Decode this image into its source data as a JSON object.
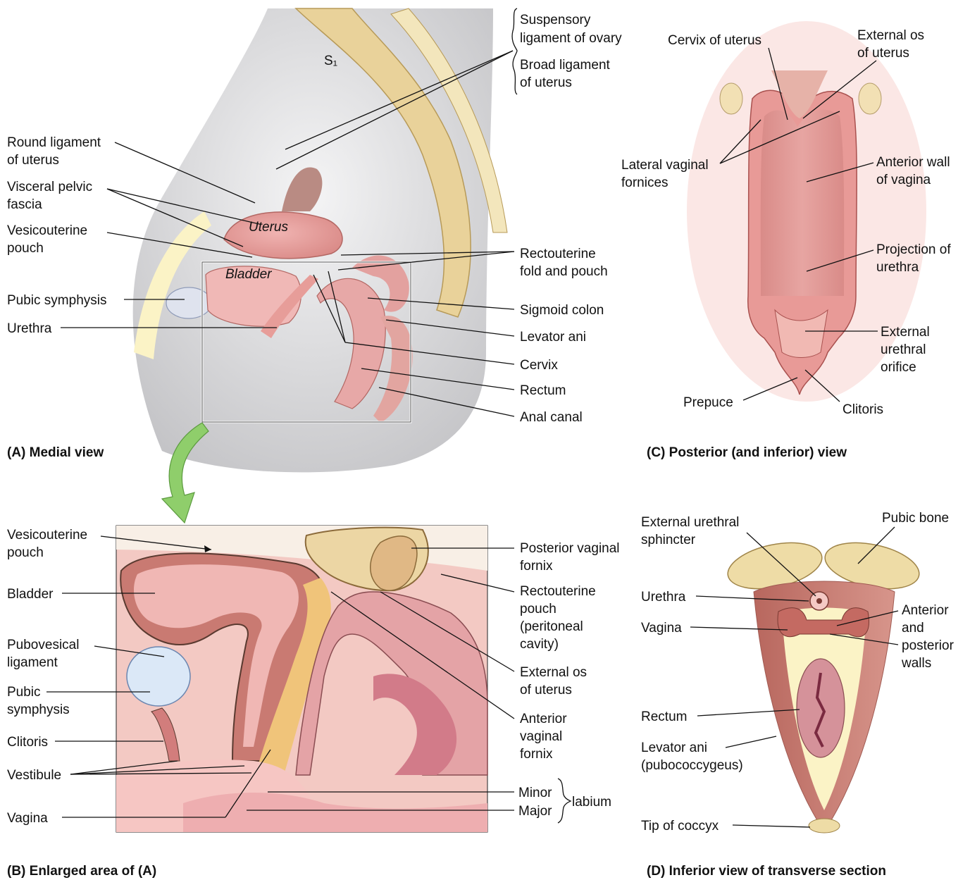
{
  "colors": {
    "bone": "#e9d29a",
    "tissue": "#e7a1a0",
    "mucosa": "#d98986",
    "muscle": "#c9837a",
    "fat": "#fbf3c6",
    "peritoneum": "#c9c9cc",
    "arrow": "#8fce6b"
  },
  "panels": {
    "a": {
      "caption": "(A)  Medial view",
      "labels": {
        "suspensory": [
          "Suspensory",
          "ligament of ovary"
        ],
        "broad": [
          "Broad ligament",
          "of uterus"
        ],
        "round": [
          "Round ligament",
          "of uterus"
        ],
        "visceral": [
          "Visceral pelvic",
          "fascia"
        ],
        "vesico": [
          "Vesicouterine",
          "pouch"
        ],
        "pubic": [
          "Pubic symphysis"
        ],
        "urethra": [
          "Urethra"
        ],
        "rectouterine": [
          "Rectouterine",
          "fold and pouch"
        ],
        "sigmoid": [
          "Sigmoid colon"
        ],
        "levator": [
          "Levator ani"
        ],
        "cervix": [
          "Cervix"
        ],
        "rectum": [
          "Rectum"
        ],
        "anal": [
          "Anal canal"
        ]
      },
      "organ_text": {
        "uterus": "Uterus",
        "bladder": "Bladder",
        "s1": "S₁"
      }
    },
    "b": {
      "caption": "(B)  Enlarged area of (A)",
      "labels": {
        "vesico": [
          "Vesicouterine",
          "pouch"
        ],
        "bladder": [
          "Bladder"
        ],
        "pubovesical": [
          "Pubovesical",
          "ligament"
        ],
        "pubic": [
          "Pubic",
          "symphysis"
        ],
        "clitoris": [
          "Clitoris"
        ],
        "vestibule": [
          "Vestibule"
        ],
        "vagina": [
          "Vagina"
        ],
        "post_fornix": [
          "Posterior vaginal",
          "fornix"
        ],
        "rectouterine": [
          "Rectouterine",
          "pouch",
          "(peritoneal",
          "cavity)"
        ],
        "ext_os": [
          "External os",
          "of uterus"
        ],
        "ant_fornix": [
          "Anterior",
          "vaginal",
          "fornix"
        ],
        "minor": [
          "Minor"
        ],
        "major": [
          "Major"
        ],
        "labium": [
          "labium"
        ]
      }
    },
    "c": {
      "caption": "(C)  Posterior (and inferior) view",
      "labels": {
        "cervix": [
          "Cervix of uterus"
        ],
        "ext_os": [
          "External os",
          "of uterus"
        ],
        "lateral": [
          "Lateral vaginal",
          "fornices"
        ],
        "anterior_wall": [
          "Anterior wall",
          "of vagina"
        ],
        "projection": [
          "Projection of",
          "urethra"
        ],
        "ext_urethral": [
          "External",
          "urethral",
          "orifice"
        ],
        "prepuce": [
          "Prepuce"
        ],
        "clitoris": [
          "Clitoris"
        ]
      }
    },
    "d": {
      "caption": "(D)  Inferior view of transverse section",
      "labels": {
        "sphincter": [
          "External urethral",
          "sphincter"
        ],
        "pubic_bone": [
          "Pubic bone"
        ],
        "urethra": [
          "Urethra"
        ],
        "vagina": [
          "Vagina"
        ],
        "walls": [
          "Anterior",
          "and",
          "posterior",
          "walls"
        ],
        "rectum": [
          "Rectum"
        ],
        "levator": [
          "Levator ani",
          "(pubococcygeus)"
        ],
        "coccyx": [
          "Tip of coccyx"
        ]
      }
    }
  }
}
